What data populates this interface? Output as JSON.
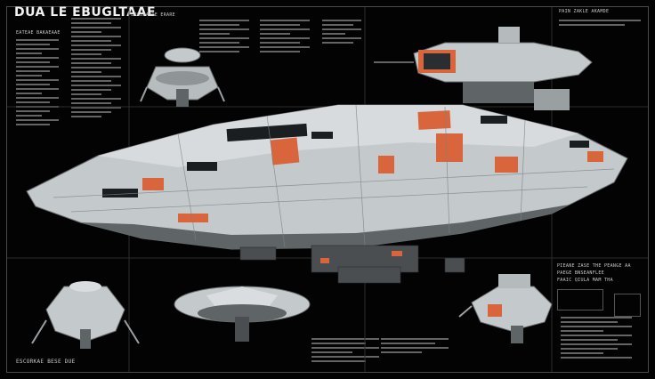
{
  "header": {
    "title": "DUA LE EBUGLTAAE",
    "subtitle_center": "PERSDAANDE ERARE",
    "top_right": "PAIN ZAKLE AKAMDE"
  },
  "left_column": {
    "heading": "EATEAE BAKAEAAE"
  },
  "right_column": {
    "label_1": "PIEANE ZASE THE PEANGE AA",
    "label_2": "PAEGE BNSEANFLEE",
    "label_3": "FAAIC QIULA MAM THA"
  },
  "footer": {
    "left": "ESCORKAE BESE DUE"
  },
  "colors": {
    "hull": "#c9ced0",
    "accent": "#d8653c",
    "background": "#030303"
  }
}
